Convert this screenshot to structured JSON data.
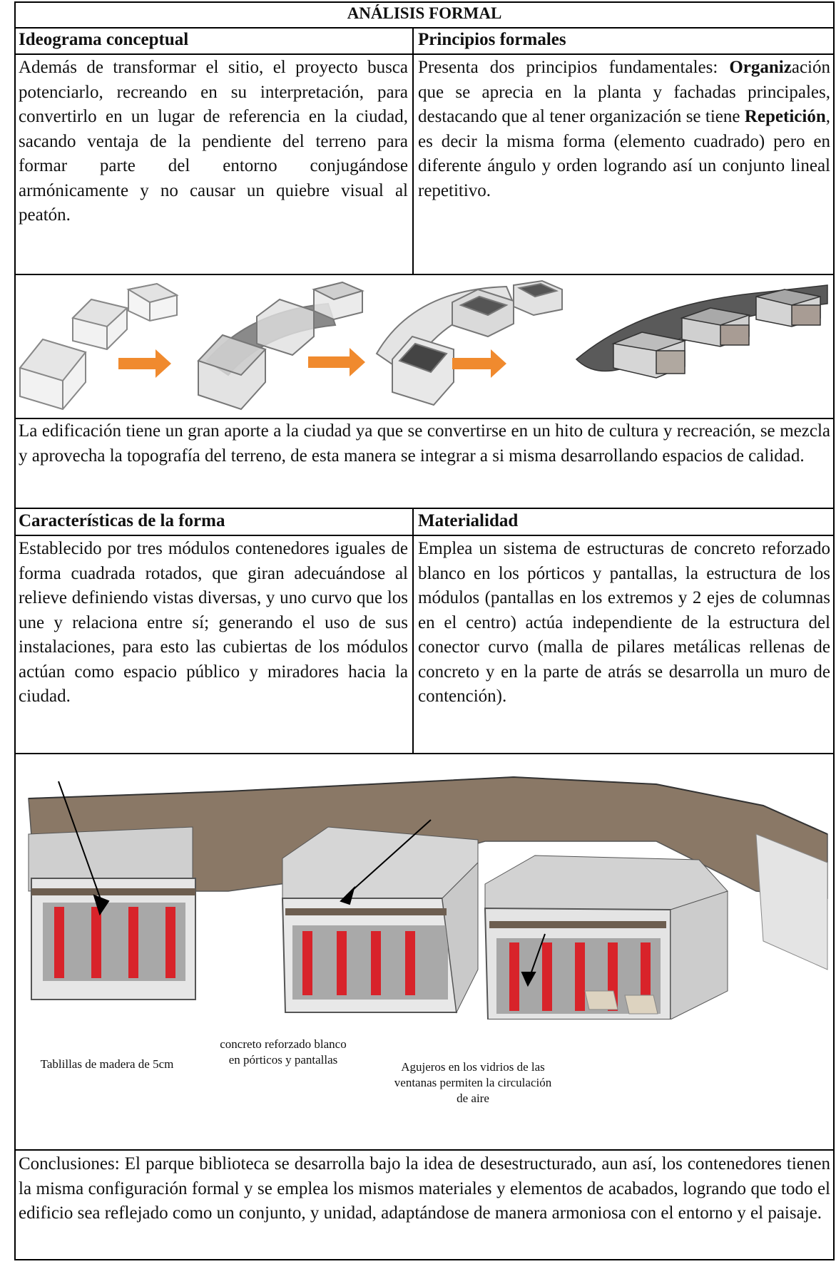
{
  "table": {
    "title": "ANÁLISIS FORMAL",
    "section1": {
      "left_header": "Ideograma conceptual",
      "right_header": "Principios formales",
      "left_text": "Además de transformar el sitio, el proyecto busca potenciarlo, recreando en su interpretación, para convertirlo en un lugar de referencia en la ciudad, sacando ventaja de la pendiente del terreno para formar parte del entorno conjugándose armónicamente y no causar un quiebre visual al peatón.",
      "right_text_intro": "Presenta dos principios fundamentales: ",
      "right_bold1": "Organiz",
      "right_text_mid1": "ación que se aprecia en la planta y fachadas principales, destacando que al tener organización se tiene ",
      "right_bold2": "Repetición",
      "right_text_end": ", es decir la misma forma (elemento cuadrado) pero en diferente ángulo y orden logrando así un conjunto lineal repetitivo."
    },
    "ideogram_text": "La edificación tiene un gran aporte a la ciudad ya que se convertirse en un hito de cultura y recreación, se mezcla y aprovecha la topografía del terreno, de esta manera se integrar a si misma desarrollando espacios de calidad.",
    "section2": {
      "left_header": "Características de la forma",
      "right_header": "Materialidad",
      "left_text": "Establecido por tres módulos contenedores iguales de forma cuadrada rotados, que giran adecuándose al relieve definiendo vistas diversas, y uno curvo que los une y relaciona entre sí; generando el uso de sus instalaciones, para esto las cubiertas de los módulos actúan como espacio público y miradores hacia la ciudad.",
      "right_text": "Emplea un sistema de estructuras de concreto reforzado blanco en los pórticos y pantallas, la estructura de los módulos (pantallas en los extremos y 2 ejes de columnas en el centro) actúa independiente de la estructura del conector curvo (malla de pilares metálicas rellenas de concreto y en la parte de atrás se desarrolla un muro de contención)."
    },
    "rendering_captions": {
      "left": "Tablillas de madera de 5cm",
      "middle": "concreto reforzado blanco en pórticos y pantallas",
      "right": "Agujeros en los vidrios de las ventanas permiten la circulación de aire"
    },
    "conclusions": "Conclusiones: El parque biblioteca se desarrolla bajo la idea de desestructurado, aun así, los contenedores tienen la misma configuración formal y se emplea los mismos materiales y elementos de acabados, logrando que todo el edificio sea reflejado como un conjunto, y unidad, adaptándose de manera armoniosa con el entorno y el paisaje."
  },
  "colors": {
    "arrow": "#f08a2e",
    "window_red": "#d8232a",
    "roof": "#8a7866",
    "concrete": "#dcdcdc"
  }
}
